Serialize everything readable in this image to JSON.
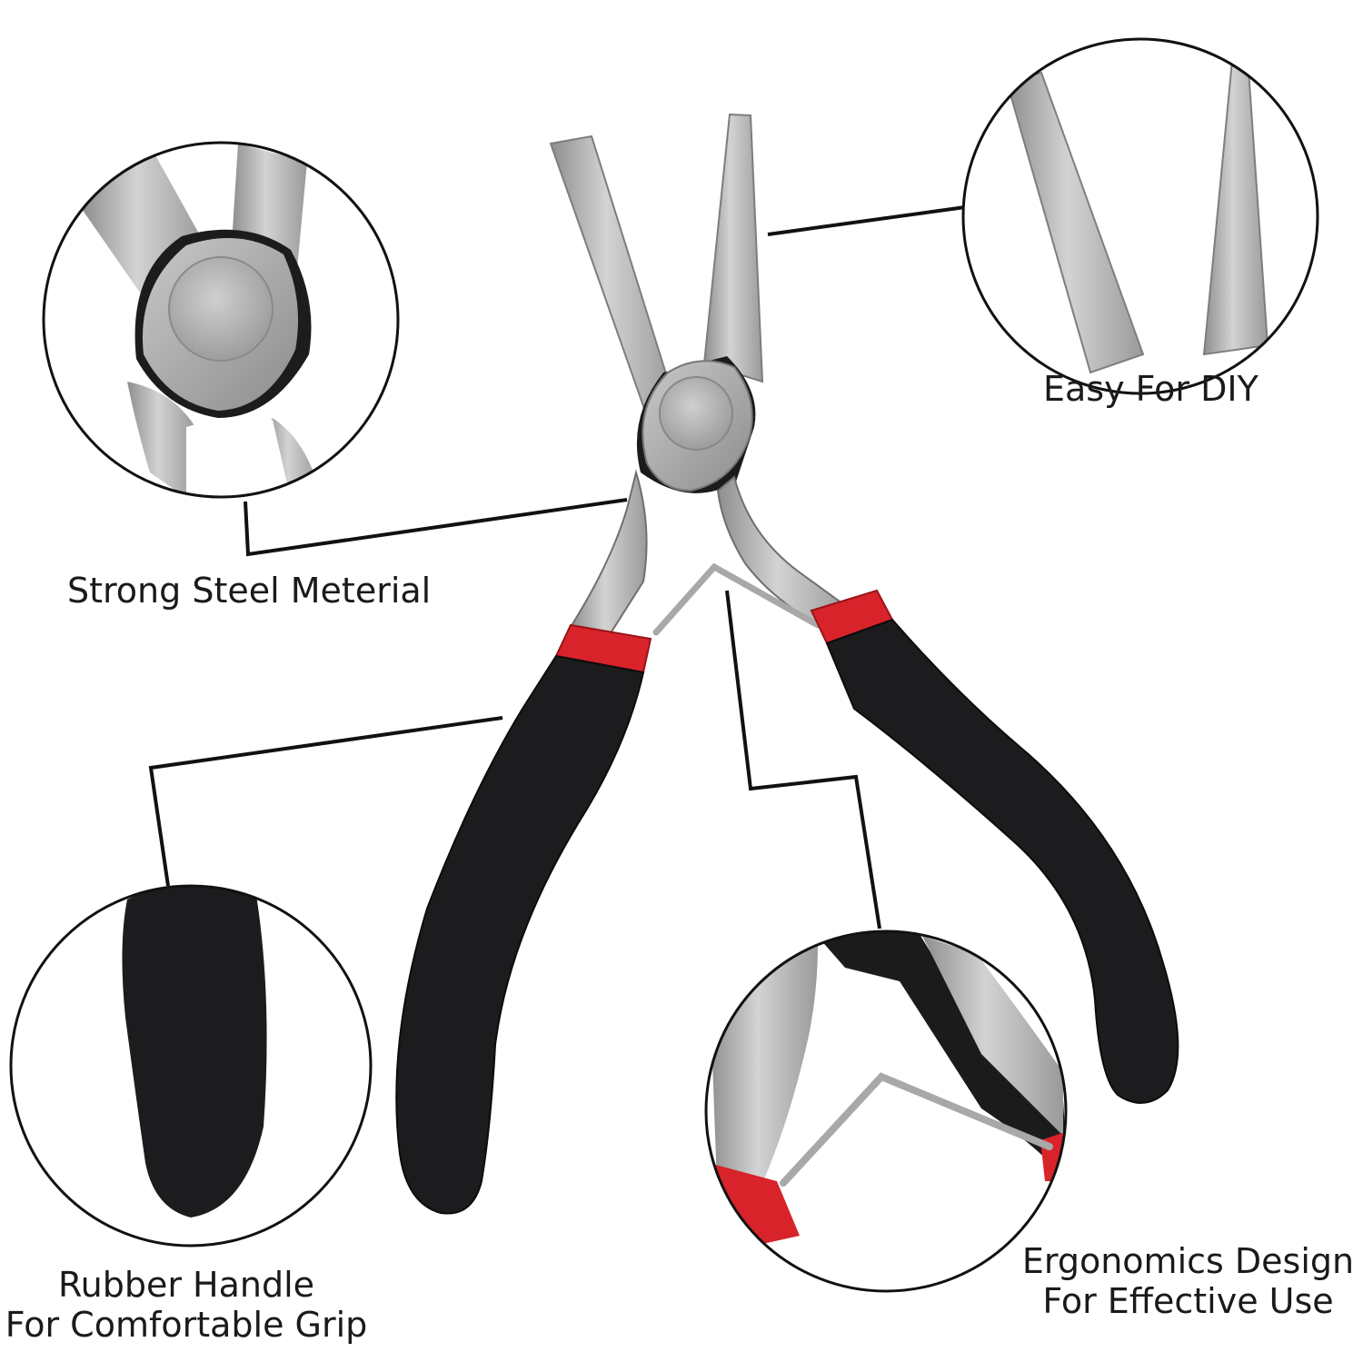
{
  "callouts": {
    "strong_steel": "Strong Steel Meterial",
    "easy_diy": "Easy For DIY",
    "rubber_handle_line1": "Rubber Handle",
    "rubber_handle_line2": "For Comfortable Grip",
    "ergonomics_line1": "Ergonomics Design",
    "ergonomics_line2": "For Effective Use"
  },
  "colors": {
    "steel": "#b9b9b9",
    "steel_dark": "#8c8c8c",
    "handle": "#1a1a1a",
    "accent_red": "#d8232a",
    "line": "#111111"
  }
}
